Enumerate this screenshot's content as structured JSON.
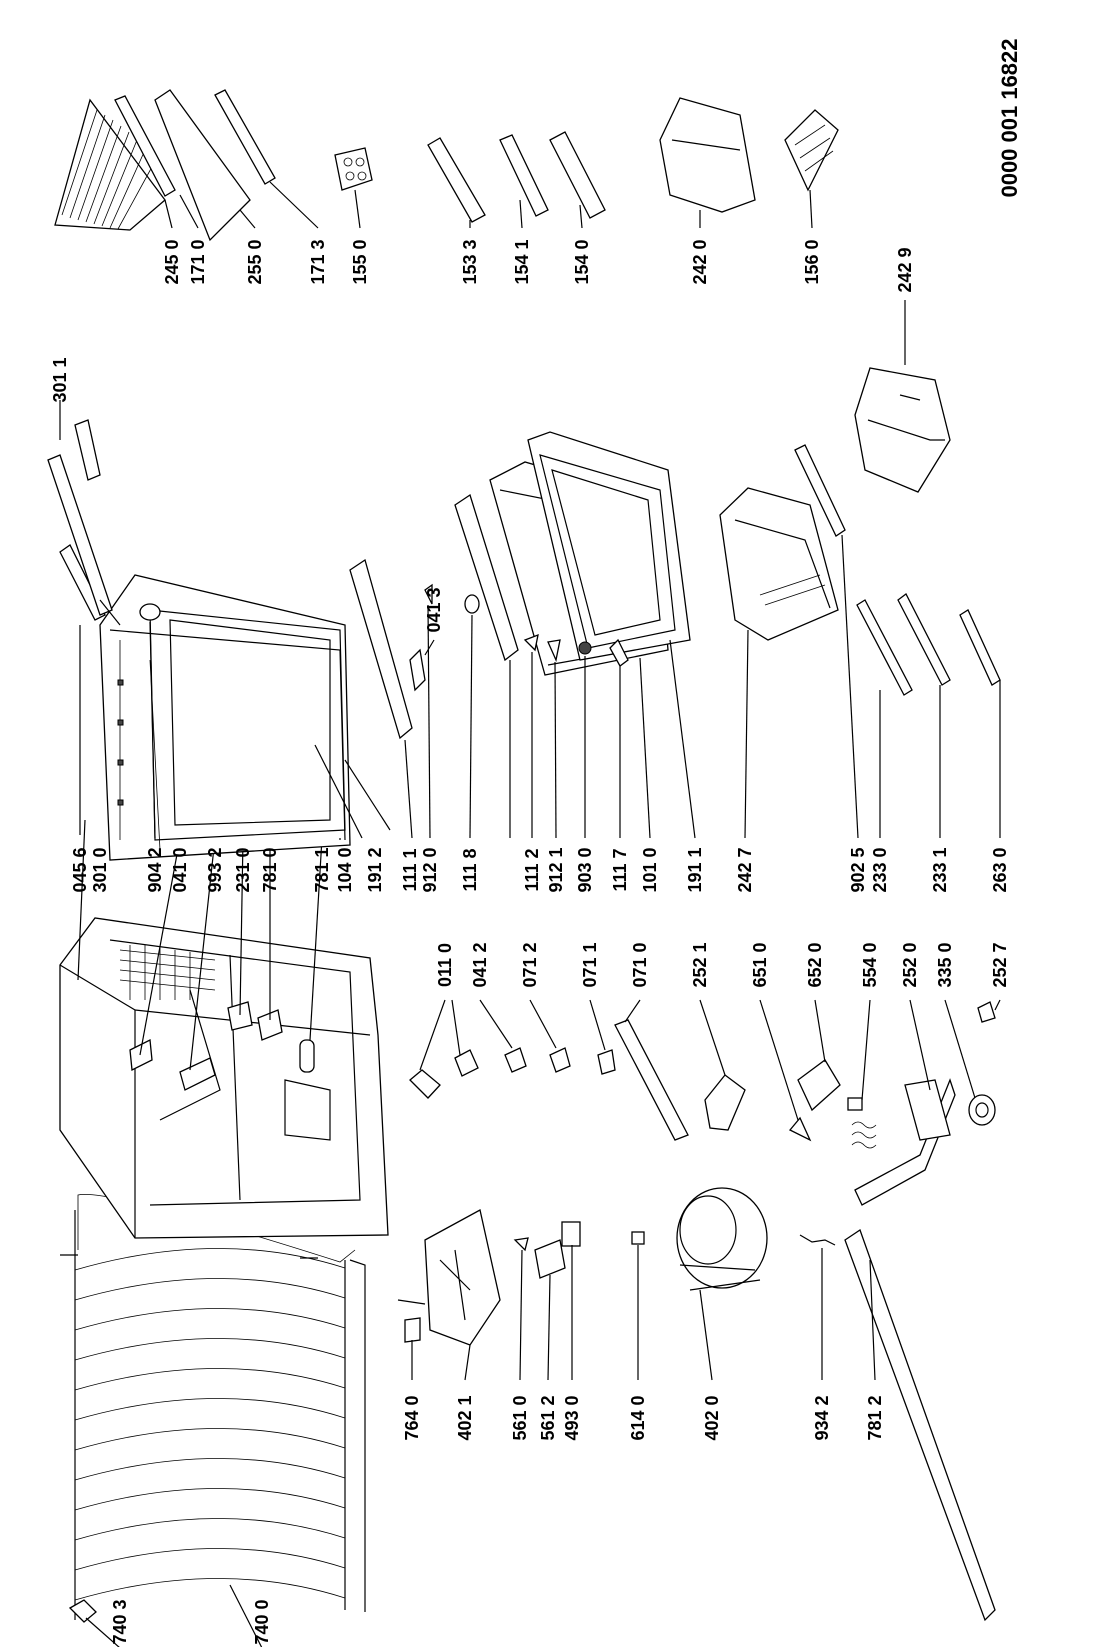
{
  "document_number": "0000 001 16822",
  "part_labels": [
    "740 3",
    "740 0",
    "764 0",
    "402 1",
    "561 0",
    "561 2",
    "493 0",
    "614 0",
    "402 0",
    "934 2",
    "781 2",
    "011 0",
    "041 2",
    "071 2",
    "071 1",
    "071 0",
    "252 1",
    "651 0",
    "652 0",
    "554 0",
    "252 0",
    "335 0",
    "252 7",
    "045 6",
    "301 0",
    "904 2",
    "041 0",
    "993 2",
    "231 0",
    "781 0",
    "781 1",
    "104 0",
    "191 2",
    "111 1",
    "912 0",
    "111 8",
    "111 2",
    "912 1",
    "903 0",
    "111 7",
    "101 0",
    "191 1",
    "242 7",
    "902 5",
    "233 0",
    "233 1",
    "263 0",
    "301 1",
    "041 3",
    "242 9",
    "245 0",
    "171 0",
    "255 0",
    "171 3",
    "155 0",
    "153 3",
    "154 1",
    "154 0",
    "242 0",
    "156 0"
  ]
}
